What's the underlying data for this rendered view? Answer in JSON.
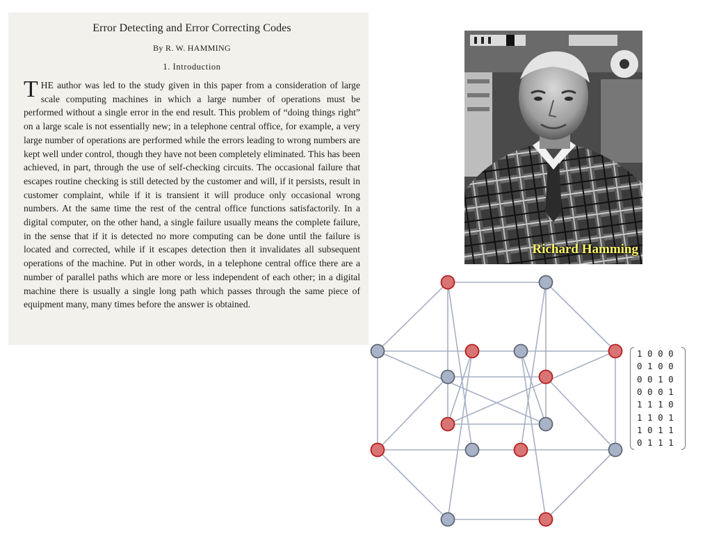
{
  "paper": {
    "title": "Error Detecting and Error Correcting Codes",
    "author": "By R. W. HAMMING",
    "section": "1. Introduction",
    "drop_cap": "T",
    "body": "HE author was led to the study given in this paper from a consideration of large scale computing machines in which a large number of operations must be performed without a single error in the end result. This problem of “doing things right” on a large scale is not essentially new; in a telephone central office, for example, a very large number of operations are performed while the errors leading to wrong numbers are kept well under control, though they have not been completely eliminated. This has been achieved, in part, through the use of self-checking circuits. The occasional failure that escapes routine checking is still detected by the customer and will, if it persists, result in customer complaint, while if it is transient it will produce only occasional wrong numbers. At the same time the rest of the central office functions satisfactorily. In a digital computer, on the other hand, a single failure usually means the complete failure, in the sense that if it is detected no more computing can be done until the failure is located and corrected, while if it escapes detection then it invalidates all subsequent operations of the machine. Put in other words, in a telephone central office there are a number of parallel paths which are more or less independent of each other; in a digital machine there is usually a single long path which passes through the same piece of equipment many, many times before the answer is obtained."
  },
  "portrait": {
    "caption": "Richard Hamming"
  },
  "hypercube": {
    "colors": {
      "red_fill": "#d97474",
      "red_stroke": "#b51e1e",
      "gray_fill": "#a8b3c8",
      "gray_stroke": "#5f6675",
      "edge": "#a6b0c4"
    },
    "red_node_count": 8,
    "gray_node_count": 8
  },
  "matrix": {
    "rows": [
      "1 0 0 0",
      "0 1 0 0",
      "0 0 1 0",
      "0 0 0 1",
      "1 1 1 0",
      "1 1 0 1",
      "1 0 1 1",
      "0 1 1 1"
    ]
  }
}
